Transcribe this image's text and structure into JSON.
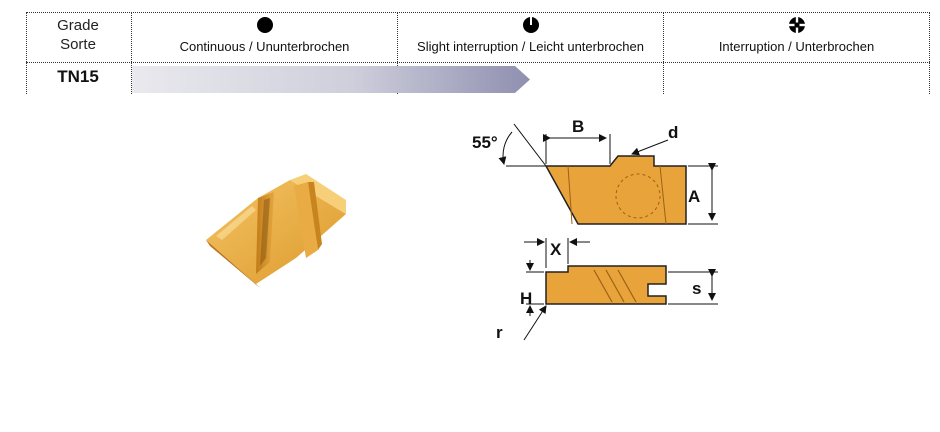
{
  "table": {
    "grade_label_line1": "Grade",
    "grade_label_line2": "Sorte",
    "columns": [
      {
        "label": "Continuous / Ununterbrochen",
        "icon": "filled-circle-icon"
      },
      {
        "label": "Slight interruption / Leicht unterbrochen",
        "icon": "interrupted-circle-icon"
      },
      {
        "label": "Interruption / Unterbrochen",
        "icon": "cross-circle-icon"
      }
    ],
    "grade_name": "TN15",
    "bar_gradient_colors": [
      "#e9e9ee",
      "#8f8fb0"
    ]
  },
  "drawing": {
    "angle_label": "55°",
    "dims": {
      "B": "B",
      "d": "d",
      "A": "A",
      "X": "X",
      "H": "H",
      "s": "s",
      "r": "r"
    },
    "insert_color": "#e8a33a"
  }
}
